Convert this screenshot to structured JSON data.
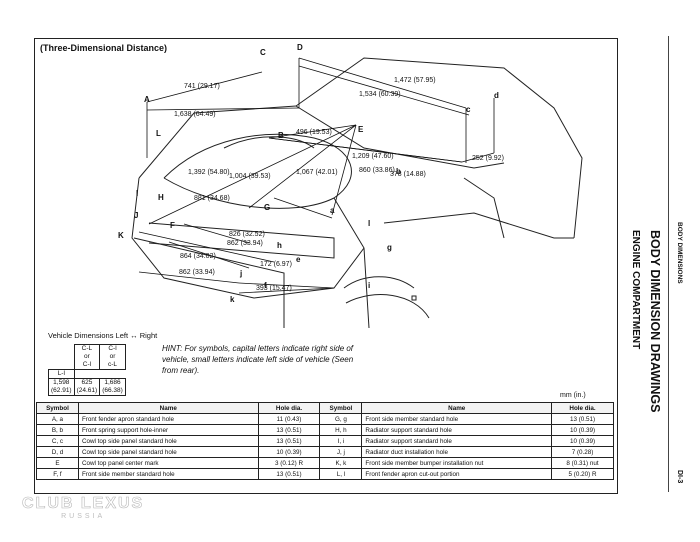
{
  "heading": "(Three-Dimensional Distance)",
  "dimensions": [
    "741 (29.17)",
    "1,638 (64.49)",
    "1,472 (57.95)",
    "1,534 (60.39)",
    "496 (19.53)",
    "1,209 (47.60)",
    "252 (9.92)",
    "860 (33.86)",
    "378 (14.88)",
    "1,392 (54.80)",
    "1,004 (39.53)",
    "1,067 (42.01)",
    "881 (34.68)",
    "826 (32.52)",
    "862 (33.94)",
    "864 (34.02)",
    "172 (6.97)",
    "862 (33.94)",
    "393 (15.47)"
  ],
  "point_letters": [
    "C",
    "D",
    "A",
    "L",
    "B",
    "E",
    "c",
    "d",
    "b",
    "I",
    "H",
    "G",
    "F",
    "J",
    "K",
    "h",
    "j",
    "f",
    "k",
    "a",
    "l",
    "g",
    "i",
    "e"
  ],
  "vehicle_dims": {
    "title": "Vehicle Dimensions Left ↔ Right",
    "header": [
      "C-L\nor\nC-l",
      "C-l\nor\nc-L"
    ],
    "rowlabel": "L-l",
    "cells": [
      "1,598\n(62.91)",
      "625\n(24.61)",
      "1,686\n(66.38)"
    ]
  },
  "hint": "HINT: For symbols, capital letters indicate right side of vehicle, small letters indicate left side of vehicle (Seen from rear).",
  "units": "mm (in.)",
  "table": {
    "headers": [
      "Symbol",
      "Name",
      "Hole dia.",
      "Symbol",
      "Name",
      "Hole dia."
    ],
    "rows": [
      [
        "A, a",
        "Front fender apron standard hole",
        "11 (0.43)",
        "G, g",
        "Front side member standard hole",
        "13 (0.51)"
      ],
      [
        "B, b",
        "Front spring support hole-inner",
        "13 (0.51)",
        "H, h",
        "Radiator support standard hole",
        "10 (0.39)"
      ],
      [
        "C, c",
        "Cowl top side panel standard hole",
        "13 (0.51)",
        "I, i",
        "Radiator support standard hole",
        "10 (0.39)"
      ],
      [
        "D, d",
        "Cowl top side panel standard hole",
        "10 (0.39)",
        "J, j",
        "Radiator duct installation hole",
        "7 (0.28)"
      ],
      [
        "E",
        "Cowl top panel center mark",
        "3 (0.12) R",
        "K, k",
        "Front side member bumper installation nut",
        "8 (0.31) nut"
      ],
      [
        "F, f",
        "Front side member standard hole",
        "13 (0.51)",
        "L, l",
        "Front fender apron cut-out portion",
        "5 (0.20) R"
      ]
    ]
  },
  "side": {
    "header": "BODY DIMENSIONS",
    "title": "BODY DIMENSION DRAWINGS",
    "subtitle": "ENGINE COMPARTMENT",
    "page": "DI-3"
  },
  "watermark": {
    "main": "CLUB LEXUS",
    "sub": "RUSSIA"
  }
}
